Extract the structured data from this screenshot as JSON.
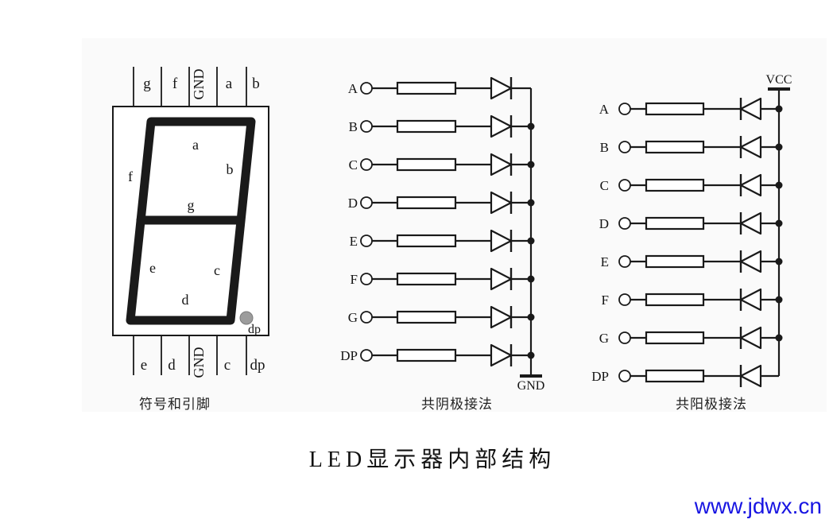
{
  "figure": {
    "title": "LED显示器内部结构",
    "watermark": "www.jdwx.cn"
  },
  "symbol": {
    "caption": "符号和引脚",
    "top_pins": [
      "g",
      "f",
      "GND",
      "a",
      "b"
    ],
    "bottom_pins": [
      "e",
      "d",
      "GND",
      "c",
      "dp"
    ],
    "segments": [
      "a",
      "b",
      "f",
      "g",
      "e",
      "c",
      "d"
    ],
    "dp_label": "dp"
  },
  "common_cathode": {
    "caption": "共阴极接法",
    "rows": [
      "A",
      "B",
      "C",
      "D",
      "E",
      "F",
      "G",
      "DP"
    ],
    "rail_label": "GND",
    "diode_direction": "right"
  },
  "common_anode": {
    "caption": "共阳极接法",
    "rows": [
      "A",
      "B",
      "C",
      "D",
      "E",
      "F",
      "G",
      "DP"
    ],
    "rail_label": "VCC",
    "diode_direction": "left"
  },
  "colors": {
    "line": "#1a1a1a",
    "dp_dot": "#9c9c9c",
    "watermark_blue": "#1815e2"
  }
}
